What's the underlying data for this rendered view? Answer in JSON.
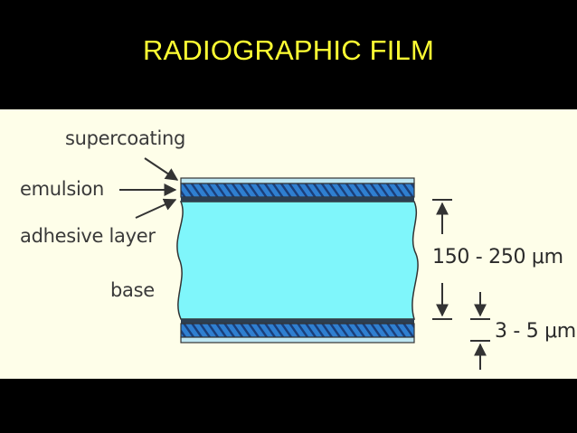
{
  "title": "RADIOGRAPHIC FILM",
  "labels": {
    "supercoating": "supercoating",
    "emulsion": "emulsion",
    "adhesive": "adhesive layer",
    "base": "base"
  },
  "dimensions": {
    "base_thickness": "150 - 250 μm",
    "emulsion_thickness": "3 - 5 μm"
  },
  "colors": {
    "title": "#ffff33",
    "background": "#000000",
    "panel": "#fefee9",
    "base_fill": "#7ff6fb",
    "emulsion_fill": "#2f7fd0",
    "outline": "#333333"
  }
}
